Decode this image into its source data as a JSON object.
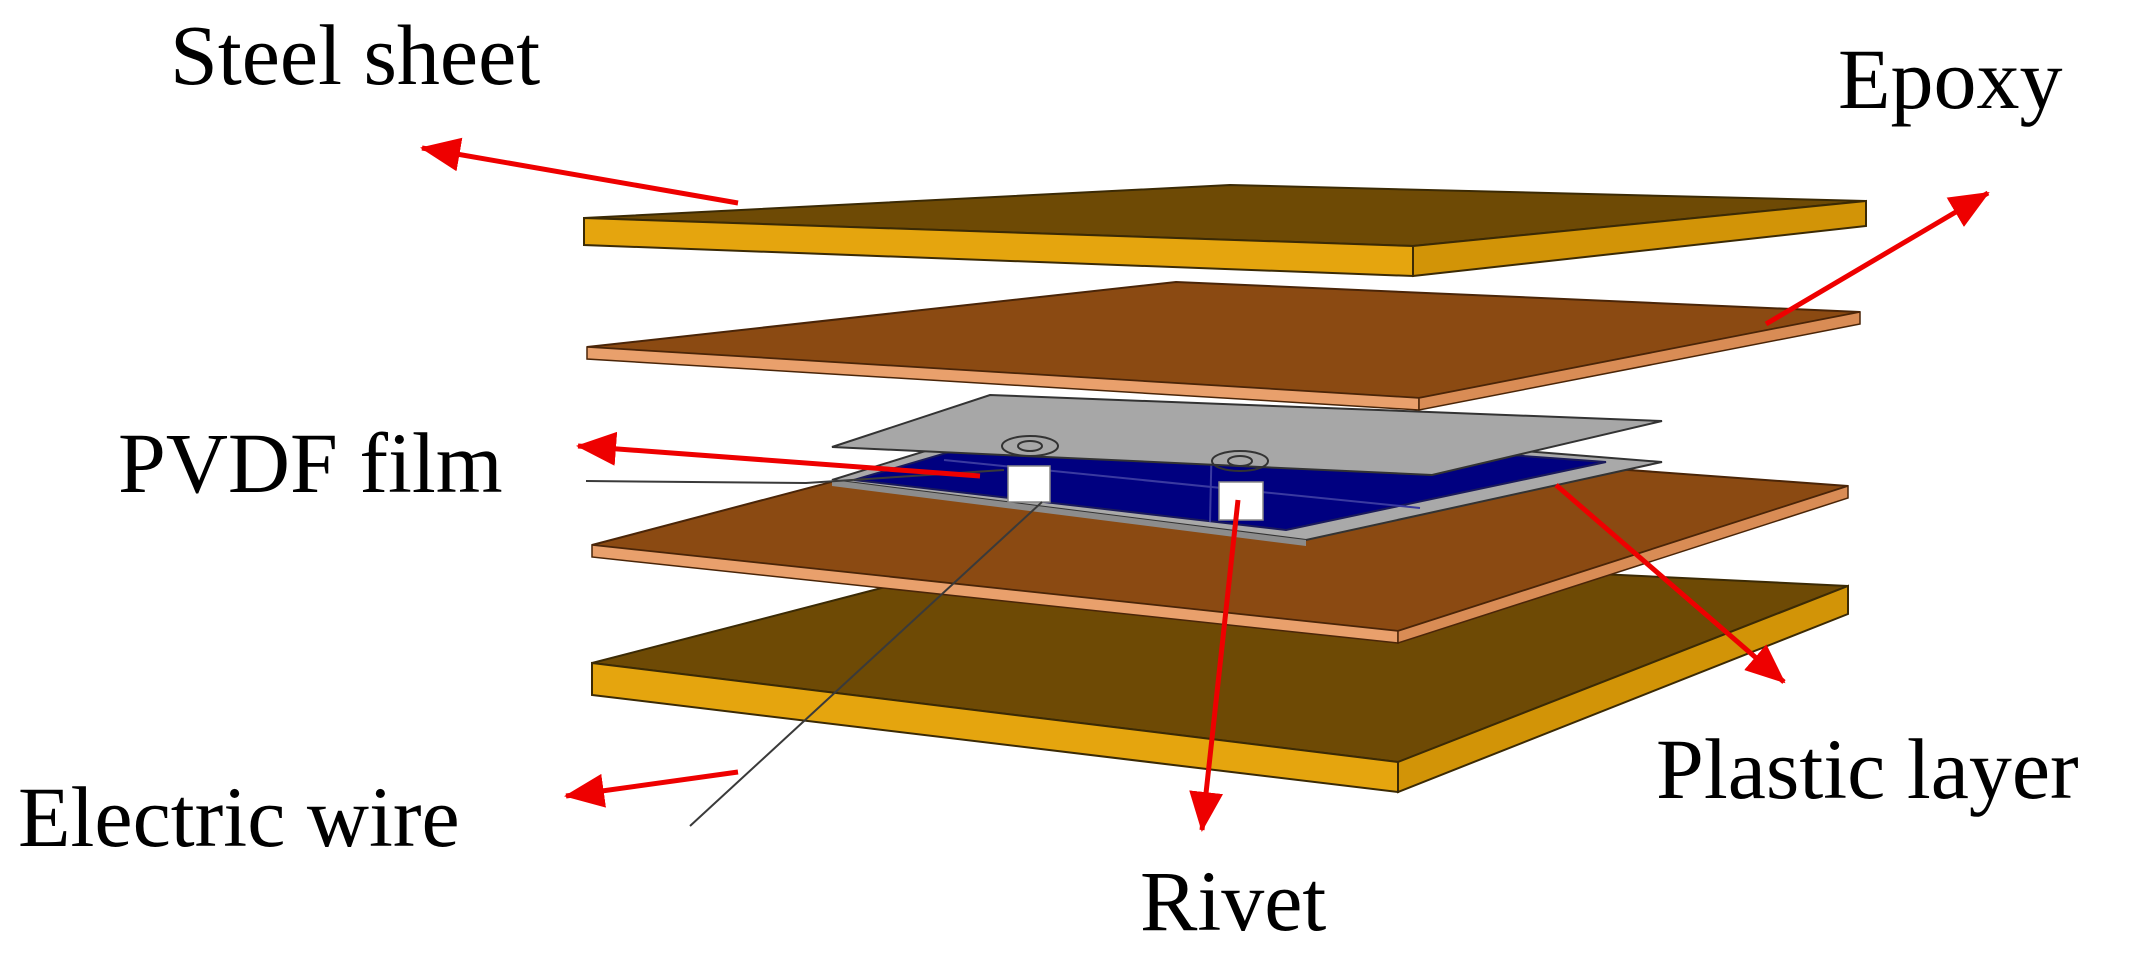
{
  "diagram": {
    "labels": {
      "steel_sheet": "Steel sheet",
      "epoxy": "Epoxy",
      "pvdf_film": "PVDF film",
      "electric_wire": "Electric wire",
      "rivet": "Rivet",
      "plastic_layer": "Plastic layer"
    },
    "colors": {
      "arrow": "#ee0000",
      "steel_top": "#6e4a05",
      "steel_edge": "#e5a50e",
      "epoxy_top": "#8b4a12",
      "epoxy_edge": "#e9a06c",
      "pvdf_top": "#000080",
      "pvdf_frame": "#a9a9a9",
      "grey_sheet": "#a7a7a7",
      "rivet": "#ffffff",
      "wire": "#3a3a3a"
    }
  }
}
